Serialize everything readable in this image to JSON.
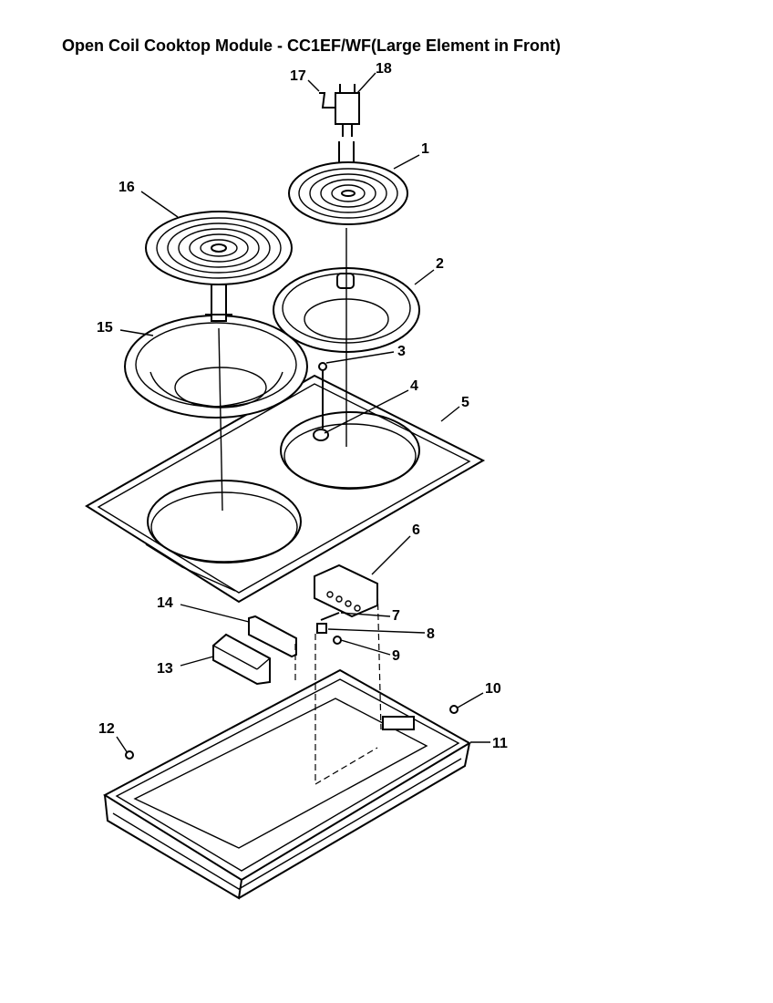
{
  "title": "Open Coil Cooktop Module - CC1EF/WF(Large Element in Front)",
  "callouts": [
    "1",
    "2",
    "3",
    "4",
    "5",
    "6",
    "7",
    "8",
    "9",
    "10",
    "11",
    "12",
    "13",
    "14",
    "15",
    "16",
    "17",
    "18"
  ]
}
